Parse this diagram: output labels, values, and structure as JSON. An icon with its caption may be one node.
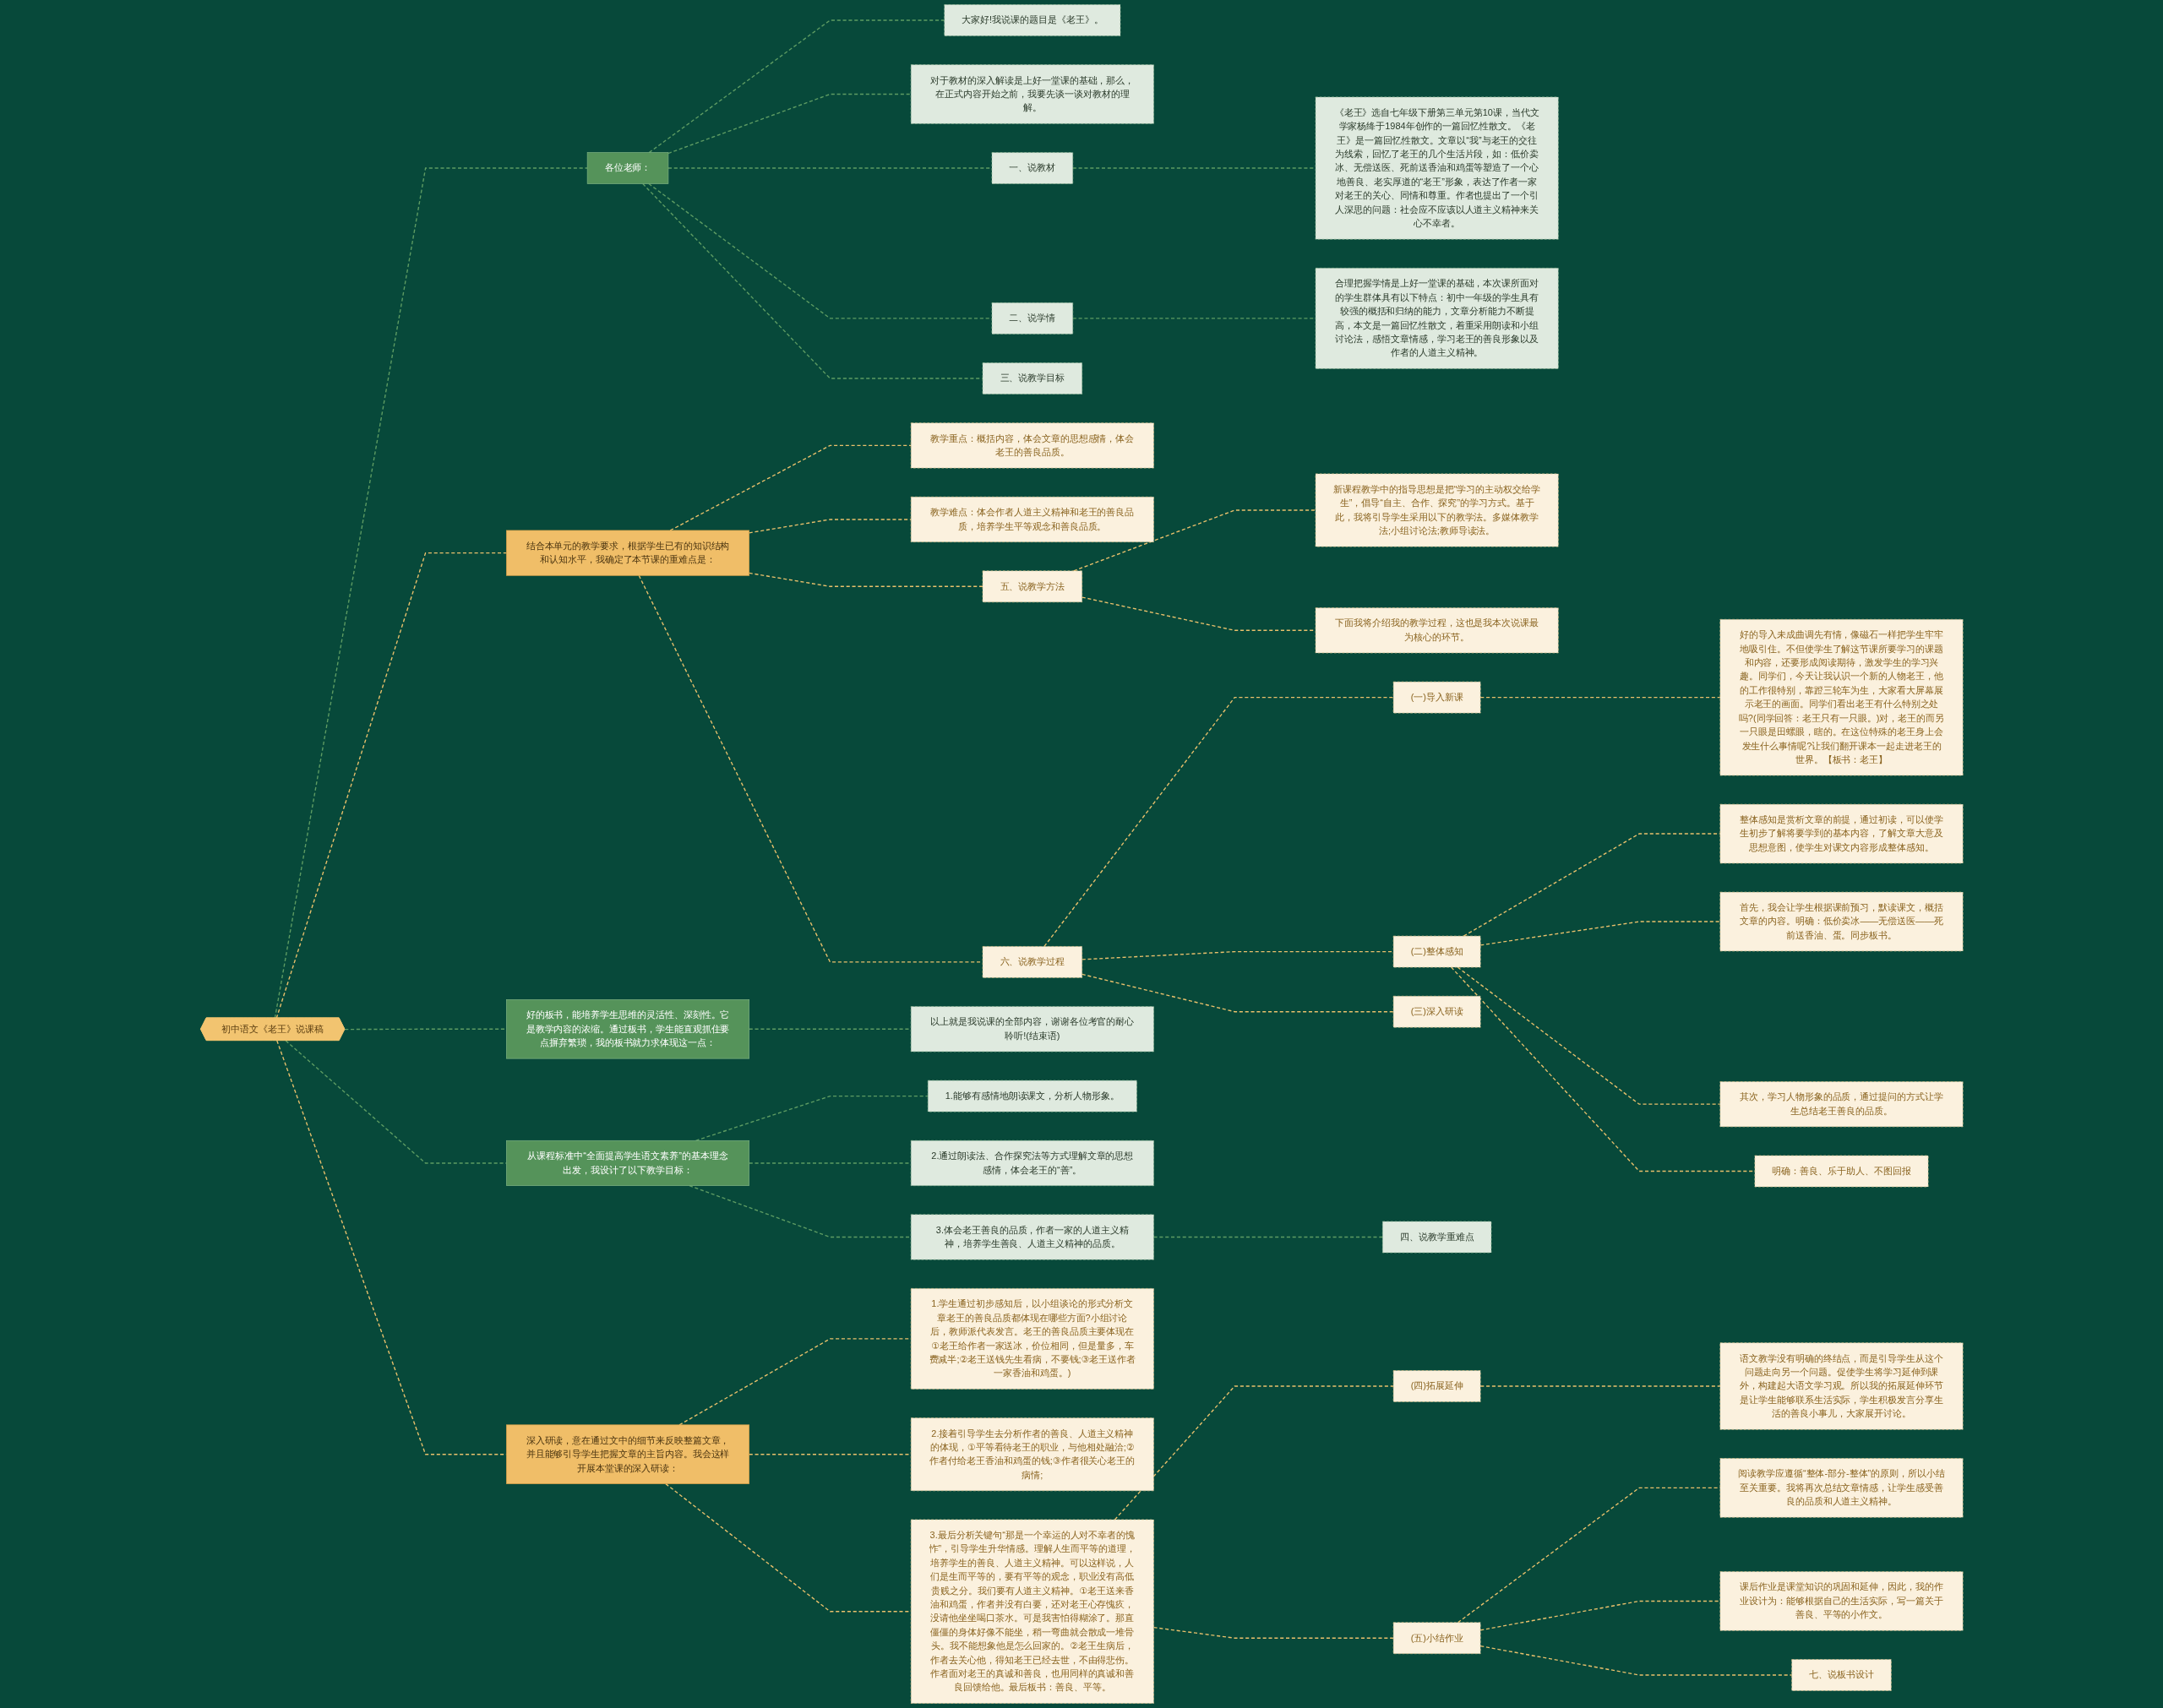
{
  "diagram": {
    "nodes": [
      {
        "text": [
          "初中语文《老王》说课稿"
        ]
      },
      {
        "text": [
          "各位老师："
        ]
      },
      {
        "text": [
          "大家好!我说课的题目是《老王》。"
        ]
      },
      {
        "text": [
          "对于教材的深入解读是上好一堂课的基础，那么，在正式内容开始之前，我要先谈一谈对教材的理解。"
        ]
      },
      {
        "text": [
          "一、说教材"
        ]
      },
      {
        "text": [
          "《老王》选自七年级下册第三单元第10课，当代文学家杨绛于1984年创作的一篇回忆性散文。《老王》是一篇回忆性散文。文章以“我”与老王的交往为线索，回忆了老王的几个生活片段，如：低价卖冰、无偿送医、死前送香油和鸡蛋等塑造了一个心地善良、老实厚道的“老王”形象，表达了作者一家对老王的关心、同情和尊重。作者也提出了一个引人深思的问题：社会应不应该以人道主义精神来关心不幸者。"
        ]
      },
      {
        "text": [
          "二、说学情"
        ]
      },
      {
        "text": [
          "合理把握学情是上好一堂课的基础，本次课所面对的学生群体具有以下特点：初中一年级的学生具有较强的概括和归纳的能力，文章分析能力不断提高，本文是一篇回忆性散文，着重采用朗读和小组讨论法，感悟文章情感，学习老王的善良形象以及作者的人道主义精神。"
        ]
      },
      {
        "text": [
          "三、说教学目标"
        ]
      },
      {
        "text": [
          "结合本单元的教学要求，根据学生已有的知识结构和认知水平，我确定了本节课的重难点是："
        ]
      },
      {
        "text": [
          "教学重点：概括内容，体会文章的思想感情，体会老王的善良品质。"
        ]
      },
      {
        "text": [
          "教学难点：体会作者人道主义精神和老王的善良品质，培养学生平等观念和善良品质。"
        ]
      },
      {
        "text": [
          "五、说教学方法"
        ]
      },
      {
        "text": [
          "新课程教学中的指导思想是把“学习的主动权交给学生”，倡导“自主、合作、探究”的学习方式。基于此，我将引导学生采用以下的教学法。多媒体教学法;小组讨论法;教师导读法。"
        ]
      },
      {
        "text": [
          "下面我将介绍我的教学过程，这也是我本次说课最为核心的环节。"
        ]
      },
      {
        "text": [
          "六、说教学过程"
        ]
      },
      {
        "text": [
          "(一)导入新课"
        ]
      },
      {
        "text": [
          "好的导入未成曲调先有情，像磁石一样把学生牢牢地吸引住。不但使学生了解这节课所要学习的课题和内容，还要形成阅读期待，激发学生的学习兴趣。同学们，今天让我认识一个新的人物老王，他的工作很特别，靠蹬三轮车为生，大家看大屏幕展示老王的画面。同学们看出老王有什么特别之处吗?(同学回答：老王只有一只眼。)对，老王的而另一只眼是田螺眼，瞎的。在这位特殊的老王身上会发生什么事情呢?让我们翻开课本一起走进老王的世界。【板书：老王】"
        ]
      },
      {
        "text": [
          "(二)整体感知"
        ]
      },
      {
        "text": [
          "整体感知是赏析文章的前提，通过初读，可以使学生初步了解将要学到的基本内容，了解文章大意及思想意图，使学生对课文内容形成整体感知。"
        ]
      },
      {
        "text": [
          "首先，我会让学生根据课前预习，默读课文，概括文章的内容。明确：低价卖冰——无偿送医——死前送香油、蛋。同步板书。"
        ]
      },
      {
        "text": [
          "其次，学习人物形象的品质，通过提问的方式让学生总结老王善良的品质。"
        ]
      },
      {
        "text": [
          "明确：善良、乐于助人、不图回报"
        ]
      },
      {
        "text": [
          "(三)深入研读"
        ]
      },
      {
        "text": [
          "好的板书，能培养学生思维的灵活性、深刻性。它是教学内容的浓缩。通过板书，学生能直观抓住要点摒弃繁琐，我的板书就力求体现这一点："
        ]
      },
      {
        "text": [
          "以上就是我说课的全部内容，谢谢各位考官的耐心聆听!(结束语)"
        ]
      },
      {
        "text": [
          "从课程标准中“全面提高学生语文素养”的基本理念出发，我设计了以下教学目标："
        ]
      },
      {
        "text": [
          "1.能够有感情地朗读课文，分析人物形象。"
        ]
      },
      {
        "text": [
          "2.通过朗读法、合作探究法等方式理解文章的思想感情，体会老王的“善”。"
        ]
      },
      {
        "text": [
          "3.体会老王善良的品质，作者一家的人道主义精神，培养学生善良、人道主义精神的品质。"
        ]
      },
      {
        "text": [
          "四、说教学重难点"
        ]
      },
      {
        "text": [
          "深入研读，意在通过文中的细节来反映整篇文章，并且能够引导学生把握文章的主旨内容。我会这样开展本堂课的深入研读："
        ]
      },
      {
        "text": [
          "1.学生通过初步感知后，以小组谈论的形式分析文章老王的善良品质都体现在哪些方面?小组讨论后，教师派代表发言。老王的善良品质主要体现在①老王给作者一家送冰，价位相同，但是量多，车费减半;②老王送钱先生看病，不要钱;③老王送作者一家香油和鸡蛋。)"
        ]
      },
      {
        "text": [
          "2.接着引导学生去分析作者的善良、人道主义精神的体现，①平等看待老王的职业，与他相处融洽;②作者付给老王香油和鸡蛋的钱;③作者很关心老王的病情;"
        ]
      },
      {
        "text": [
          "3.最后分析关键句“那是一个幸运的人对不幸者的愧怍”，引导学生升华情感。理解人生而平等的道理，培养学生的善良、人道主义精神。可以这样说，人们是生而平等的，要有平等的观念，职业没有高低贵贱之分。我们要有人道主义精神。①老王送来香油和鸡蛋，作者并没有白要，还对老王心存愧疚，没请他坐坐喝口茶水。可是我害怕得糊涂了。那直僵僵的身体好像不能坐，稍一弯曲就会散成一堆骨头。我不能想象他是怎么回家的。②老王生病后，作者去关心他，得知老王已经去世，不由得悲伤。作者面对老王的真诚和善良，也用同样的真诚和善良回馈给他。最后板书：善良、平等。"
        ]
      },
      {
        "text": [
          "(四)拓展延伸"
        ]
      },
      {
        "text": [
          "语文教学没有明确的终结点，而是引导学生从这个问题走向另一个问题。促使学生将学习延伸到课外，构建起大语文学习观。所以我的拓展延伸环节是让学生能够联系生活实际，学生积极发言分享生活的善良小事儿，大家展开讨论。"
        ]
      },
      {
        "text": [
          "(五)小结作业"
        ]
      },
      {
        "text": [
          "阅读教学应遵循“整体-部分-整体”的原则，所以小结至关重要。我将再次总结文章情感，让学生感受善良的品质和人道主义精神。"
        ]
      },
      {
        "text": [
          "课后作业是课堂知识的巩固和延伸，因此，我的作业设计为：能够根据自己的生活实际，写一篇关于善良、平等的小作文。"
        ]
      },
      {
        "text": [
          "七、说板书设计"
        ]
      }
    ],
    "edges": [
      {
        "from": 0,
        "to": 1,
        "arrow": "none",
        "style": "dashed",
        "color": "#5e9c63"
      },
      {
        "from": 1,
        "to": 2,
        "arrow": "none",
        "style": "dashed",
        "color": "#5e9c63"
      },
      {
        "from": 1,
        "to": 3,
        "arrow": "none",
        "style": "dashed",
        "color": "#5e9c63"
      },
      {
        "from": 1,
        "to": 4,
        "arrow": "none",
        "style": "dashed",
        "color": "#5e9c63"
      },
      {
        "from": 4,
        "to": 5,
        "arrow": "none",
        "style": "dashed",
        "color": "#5e9c63"
      },
      {
        "from": 1,
        "to": 6,
        "arrow": "none",
        "style": "dashed",
        "color": "#5e9c63"
      },
      {
        "from": 6,
        "to": 7,
        "arrow": "none",
        "style": "dashed",
        "color": "#5e9c63"
      },
      {
        "from": 1,
        "to": 8,
        "arrow": "none",
        "style": "dashed",
        "color": "#5e9c63"
      },
      {
        "from": 0,
        "to": 9,
        "arrow": "none",
        "style": "dashed",
        "color": "#e9c06c"
      },
      {
        "from": 9,
        "to": 10,
        "arrow": "none",
        "style": "dashed",
        "color": "#e9c06c"
      },
      {
        "from": 9,
        "to": 11,
        "arrow": "none",
        "style": "dashed",
        "color": "#e9c06c"
      },
      {
        "from": 9,
        "to": 12,
        "arrow": "none",
        "style": "dashed",
        "color": "#e9c06c"
      },
      {
        "from": 12,
        "to": 13,
        "arrow": "none",
        "style": "dashed",
        "color": "#e9c06c"
      },
      {
        "from": 12,
        "to": 14,
        "arrow": "none",
        "style": "dashed",
        "color": "#e9c06c"
      },
      {
        "from": 9,
        "to": 15,
        "arrow": "none",
        "style": "dashed",
        "color": "#e9c06c"
      },
      {
        "from": 15,
        "to": 16,
        "arrow": "none",
        "style": "dashed",
        "color": "#e9c06c"
      },
      {
        "from": 16,
        "to": 17,
        "arrow": "none",
        "style": "dashed",
        "color": "#e9c06c"
      },
      {
        "from": 15,
        "to": 18,
        "arrow": "none",
        "style": "dashed",
        "color": "#e9c06c"
      },
      {
        "from": 18,
        "to": 19,
        "arrow": "none",
        "style": "dashed",
        "color": "#e9c06c"
      },
      {
        "from": 18,
        "to": 20,
        "arrow": "none",
        "style": "dashed",
        "color": "#e9c06c"
      },
      {
        "from": 18,
        "to": 21,
        "arrow": "none",
        "style": "dashed",
        "color": "#e9c06c"
      },
      {
        "from": 18,
        "to": 22,
        "arrow": "none",
        "style": "dashed",
        "color": "#e9c06c"
      },
      {
        "from": 15,
        "to": 23,
        "arrow": "none",
        "style": "dashed",
        "color": "#e9c06c"
      },
      {
        "from": 0,
        "to": 24,
        "arrow": "none",
        "style": "dashed",
        "color": "#5e9c63"
      },
      {
        "from": 24,
        "to": 25,
        "arrow": "none",
        "style": "dashed",
        "color": "#5e9c63"
      },
      {
        "from": 0,
        "to": 26,
        "arrow": "none",
        "style": "dashed",
        "color": "#5e9c63"
      },
      {
        "from": 26,
        "to": 27,
        "arrow": "none",
        "style": "dashed",
        "color": "#5e9c63"
      },
      {
        "from": 26,
        "to": 28,
        "arrow": "none",
        "style": "dashed",
        "color": "#5e9c63"
      },
      {
        "from": 26,
        "to": 29,
        "arrow": "none",
        "style": "dashed",
        "color": "#5e9c63"
      },
      {
        "from": 29,
        "to": 30,
        "arrow": "none",
        "style": "dashed",
        "color": "#5e9c63"
      },
      {
        "from": 0,
        "to": 31,
        "arrow": "none",
        "style": "dashed",
        "color": "#e9c06c"
      },
      {
        "from": 31,
        "to": 32,
        "arrow": "none",
        "style": "dashed",
        "color": "#e9c06c"
      },
      {
        "from": 31,
        "to": 33,
        "arrow": "none",
        "style": "dashed",
        "color": "#e9c06c"
      },
      {
        "from": 31,
        "to": 34,
        "arrow": "none",
        "style": "dashed",
        "color": "#e9c06c"
      },
      {
        "from": 34,
        "to": 35,
        "arrow": "none",
        "style": "dashed",
        "color": "#e9c06c"
      },
      {
        "from": 35,
        "to": 36,
        "arrow": "none",
        "style": "dashed",
        "color": "#e9c06c"
      },
      {
        "from": 34,
        "to": 37,
        "arrow": "none",
        "style": "dashed",
        "color": "#e9c06c"
      },
      {
        "from": 37,
        "to": 38,
        "arrow": "none",
        "style": "dashed",
        "color": "#e9c06c"
      },
      {
        "from": 37,
        "to": 39,
        "arrow": "none",
        "style": "dashed",
        "color": "#e9c06c"
      },
      {
        "from": 37,
        "to": 40,
        "arrow": "none",
        "style": "dashed",
        "color": "#e9c06c"
      }
    ]
  }
}
